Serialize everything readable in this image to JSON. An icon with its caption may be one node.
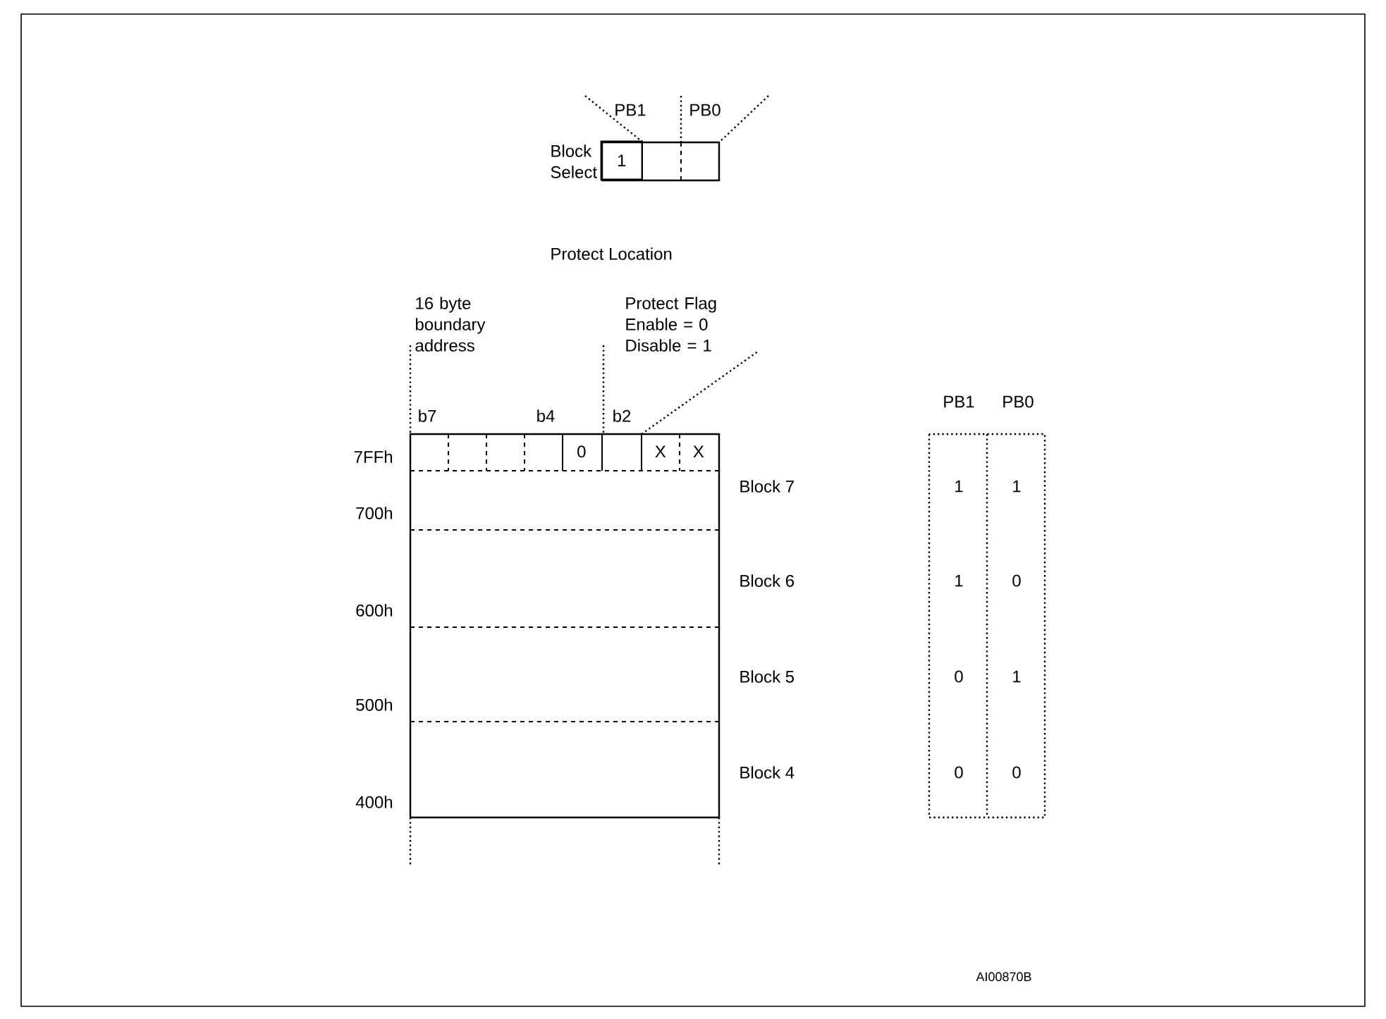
{
  "diagram": {
    "nodes": [
      {
        "text": [],
        "shape": "box",
        "beside": [
          "Block Select"
        ]
      },
      {
        "text": [
          "1"
        ],
        "in": 0
      },
      {
        "text": [],
        "shape": "box"
      },
      {
        "text": [
          "0"
        ],
        "in": 2
      },
      {
        "text": [
          "X"
        ],
        "in": 2
      },
      {
        "text": [
          "X"
        ],
        "in": 2
      }
    ],
    "labels": [
      "PB1",
      "PB0",
      "Protect Location",
      "16 byte boundary address",
      "Protect Flag Enable = 0 Disable = 1",
      "b7",
      "b4",
      "b2",
      "7FFh",
      "700h",
      "600h",
      "500h",
      "400h",
      "Block 7",
      "Block 6",
      "Block 5",
      "Block 4",
      "PB1",
      "PB0",
      "1",
      "1",
      "1",
      "0",
      "0",
      "1",
      "0",
      "0",
      "AI00870B"
    ]
  }
}
